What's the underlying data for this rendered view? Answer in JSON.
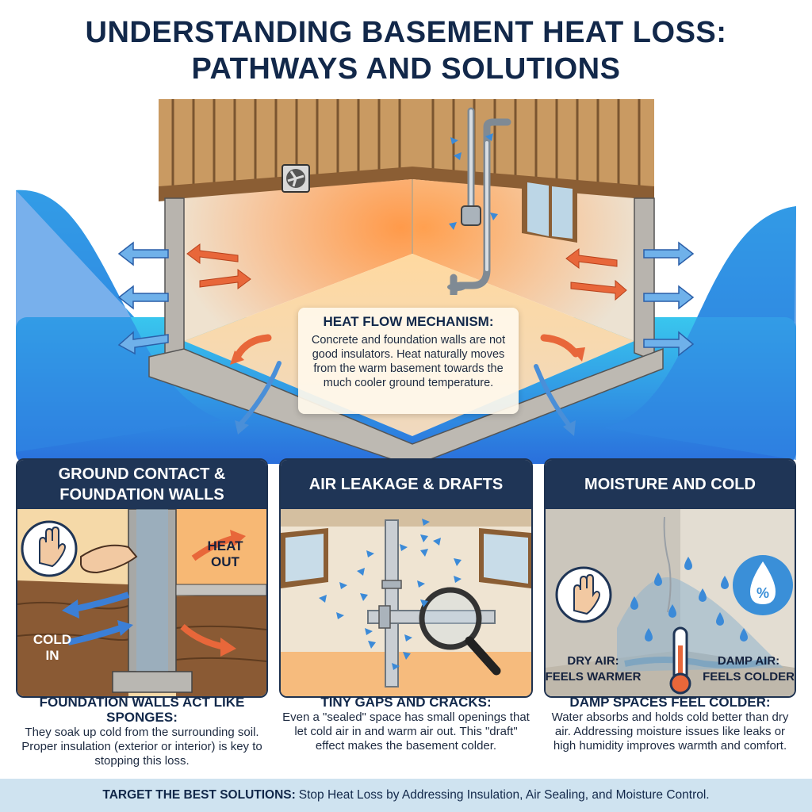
{
  "title": {
    "line1": "UNDERSTANDING BASEMENT HEAT LOSS:",
    "line2": "PATHWAYS AND SOLUTIONS"
  },
  "callout": {
    "heading": "HEAT FLOW MECHANISM:",
    "body": "Concrete and foundation walls are not good insulators. Heat naturally moves from the warm basement towards the much cooler ground temperature."
  },
  "panels": [
    {
      "header": "GROUND CONTACT & FOUNDATION WALLS",
      "labels": {
        "heat_out_1": "HEAT",
        "heat_out_2": "OUT",
        "cold_in_1": "COLD",
        "cold_in_2": "IN"
      },
      "caption_heading": "FOUNDATION WALLS ACT LIKE SPONGES:",
      "caption_body": "They soak up cold from the surrounding soil. Proper insulation (exterior or interior) is key to stopping this loss."
    },
    {
      "header": "AIR LEAKAGE & DRAFTS",
      "caption_heading": "TINY GAPS AND CRACKS:",
      "caption_body": "Even a \"sealed\" space has small openings that let cold air in and warm air out. This \"draft\" effect makes the basement colder."
    },
    {
      "header": "MOISTURE AND COLD",
      "labels": {
        "dry_1": "DRY AIR:",
        "dry_2": "FEELS WARMER",
        "damp_1": "DAMP AIR:",
        "damp_2": "FEELS COLDER",
        "percent": "%"
      },
      "caption_heading": "DAMP SPACES FEEL COLDER:",
      "caption_body": "Water absorbs and holds cold better than dry air. Addressing moisture issues like leaks or high humidity improves warmth and comfort."
    }
  ],
  "footer": {
    "lead": "TARGET THE BEST SOLUTIONS:",
    "text": "Stop Heat Loss by Addressing Insulation, Air Sealing, and Moisture Control."
  },
  "colors": {
    "navy": "#1f3556",
    "heat_arrow": "#e8673a",
    "cold_arrow": "#4a8fd8",
    "ground_blue": "#3aa6e6",
    "footer_bg": "#cfe3f0"
  },
  "icons": [
    "fan-vent-icon",
    "window-icon",
    "pipe-icon",
    "hand-icon",
    "water-drop-icon",
    "thermometer-icon",
    "magnifier-icon"
  ]
}
